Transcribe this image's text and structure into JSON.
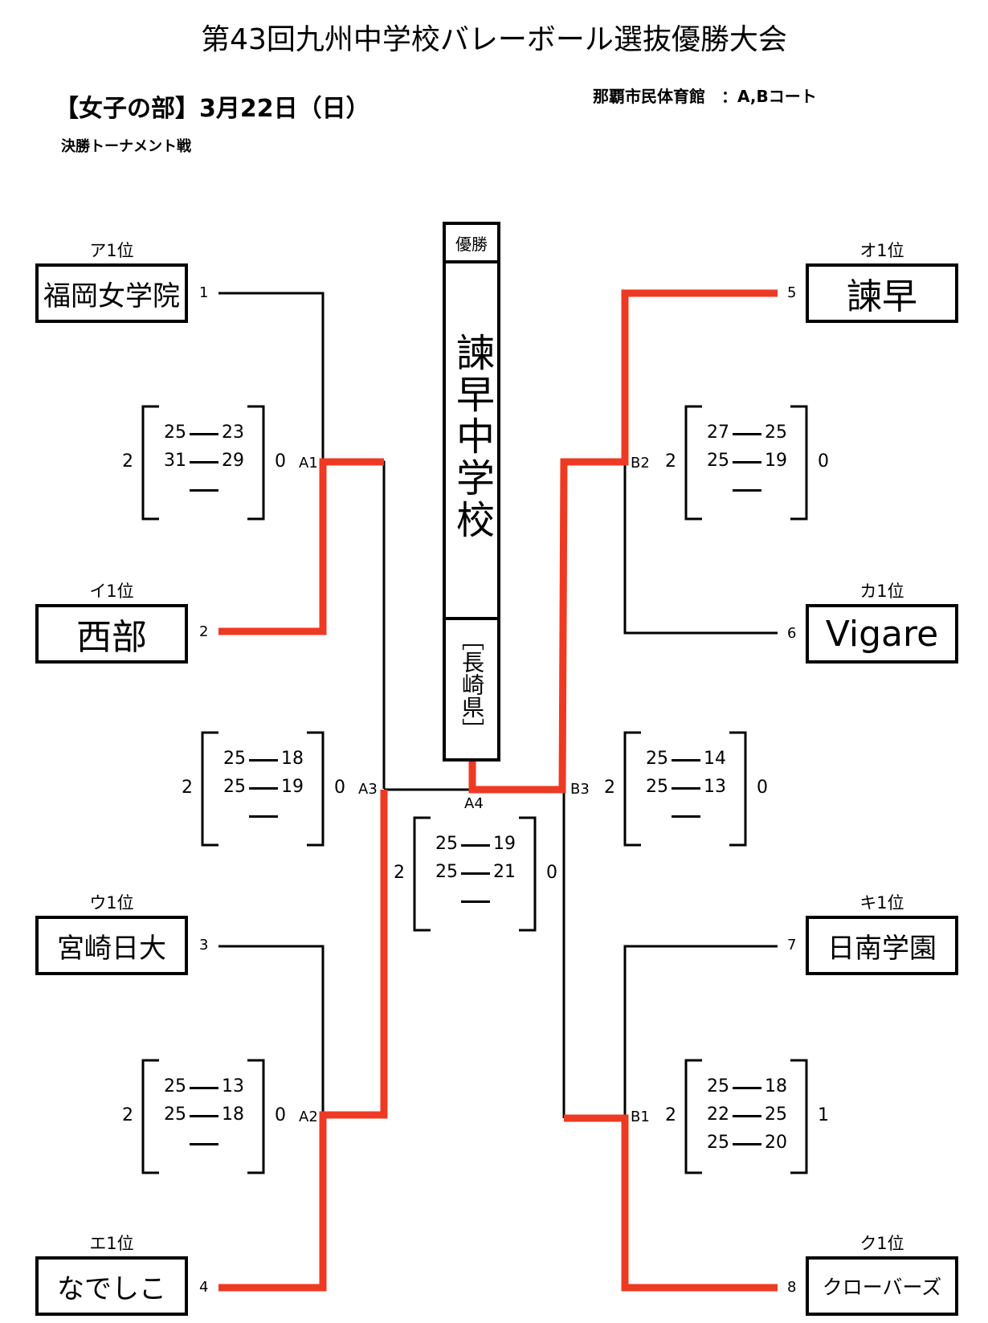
{
  "header": {
    "title": "第43回九州中学校バレーボール選抜優勝大会",
    "division": "【女子の部】3月22日（日）",
    "venue": "那覇市民体育館　：A,Bコート",
    "stage": "決勝トーナメント戦"
  },
  "colors": {
    "winner_line": "#ee3a22",
    "line": "#000000"
  },
  "champion": {
    "label": "優勝",
    "name": "諫早中学校",
    "prefecture": "［長崎県］"
  },
  "teams": [
    {
      "seed": "1",
      "rank": "ア1位",
      "name": "福岡女学院"
    },
    {
      "seed": "2",
      "rank": "イ1位",
      "name": "西部"
    },
    {
      "seed": "3",
      "rank": "ウ1位",
      "name": "宮崎日大"
    },
    {
      "seed": "4",
      "rank": "エ1位",
      "name": "なでしこ"
    },
    {
      "seed": "5",
      "rank": "オ1位",
      "name": "諫早"
    },
    {
      "seed": "6",
      "rank": "カ1位",
      "name": "Vigare"
    },
    {
      "seed": "7",
      "rank": "キ1位",
      "name": "日南学園"
    },
    {
      "seed": "8",
      "rank": "ク1位",
      "name": "クローバーズ"
    }
  ],
  "matches": {
    "A1": {
      "label": "A1",
      "left_sets": "2",
      "right_sets": "0",
      "sets": [
        [
          "25",
          "23"
        ],
        [
          "31",
          "29"
        ],
        [
          "",
          ""
        ]
      ]
    },
    "A2": {
      "label": "A2",
      "left_sets": "2",
      "right_sets": "0",
      "sets": [
        [
          "25",
          "13"
        ],
        [
          "25",
          "18"
        ],
        [
          "",
          ""
        ]
      ]
    },
    "A3": {
      "label": "A3",
      "left_sets": "2",
      "right_sets": "0",
      "sets": [
        [
          "25",
          "18"
        ],
        [
          "25",
          "19"
        ],
        [
          "",
          ""
        ]
      ]
    },
    "A4": {
      "label": "A4",
      "left_sets": "2",
      "right_sets": "0",
      "sets": [
        [
          "25",
          "19"
        ],
        [
          "25",
          "21"
        ],
        [
          "",
          ""
        ]
      ]
    },
    "B2": {
      "label": "B2",
      "left_sets": "2",
      "right_sets": "0",
      "sets": [
        [
          "27",
          "25"
        ],
        [
          "25",
          "19"
        ],
        [
          "",
          ""
        ]
      ]
    },
    "B3": {
      "label": "B3",
      "left_sets": "2",
      "right_sets": "0",
      "sets": [
        [
          "25",
          "14"
        ],
        [
          "25",
          "13"
        ],
        [
          "",
          ""
        ]
      ]
    },
    "B1": {
      "label": "B1",
      "left_sets": "2",
      "right_sets": "1",
      "sets": [
        [
          "25",
          "18"
        ],
        [
          "22",
          "25"
        ],
        [
          "25",
          "20"
        ]
      ]
    }
  }
}
